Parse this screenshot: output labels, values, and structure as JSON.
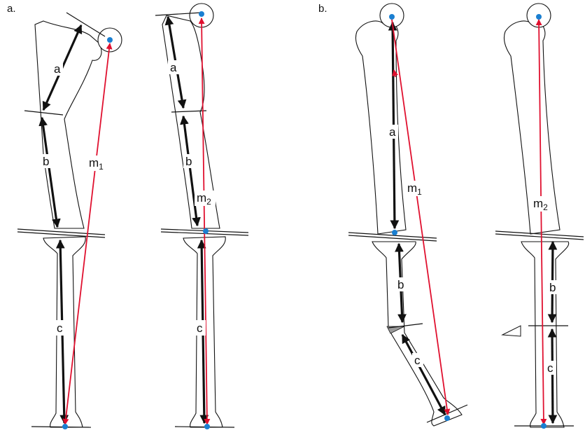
{
  "panels": [
    {
      "label": "a."
    },
    {
      "label": "b."
    }
  ],
  "segments": {
    "a": "a",
    "b": "b",
    "c": "c"
  },
  "axes": {
    "m1_base": "m",
    "m1_sub": "1",
    "m2_base": "m",
    "m2_sub": "2"
  },
  "colors": {
    "axis_line": "#e0102f",
    "landmark_point": "#1a7fd1",
    "wedge_fill": "#9a9a9a",
    "ink": "#111111"
  },
  "icons": [
    "triangle-wedge-icon"
  ]
}
